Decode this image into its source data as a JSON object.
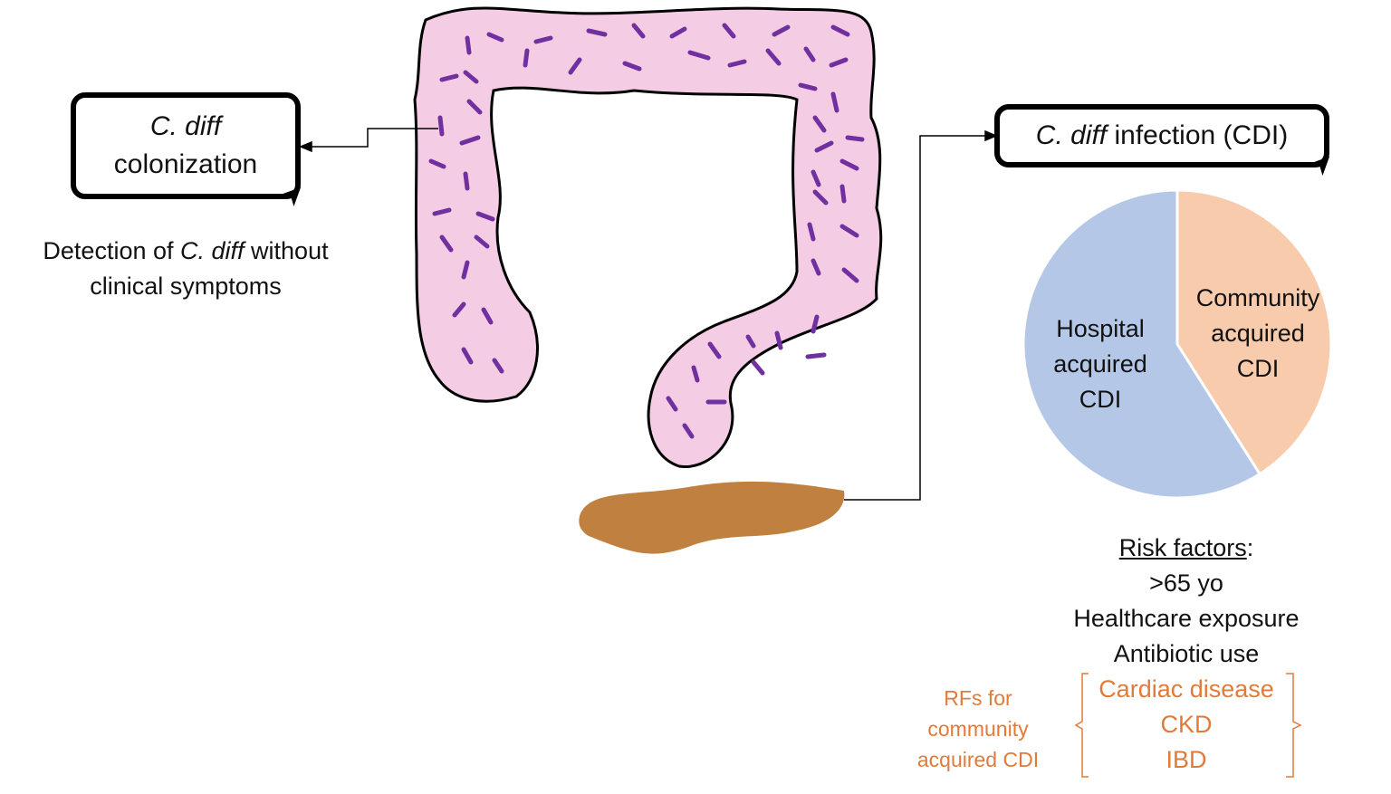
{
  "colonization_box": {
    "italic": "C. diff",
    "line2": "colonization"
  },
  "colonization_note": {
    "before": "Detection of ",
    "italic": "C. diff",
    "after": " without",
    "line2": "clinical symptoms"
  },
  "infection_box": {
    "italic": "C. diff",
    "rest": " infection (CDI)"
  },
  "chart_data": {
    "type": "pie",
    "title": "",
    "slices": [
      {
        "label": "Community acquired CDI",
        "lines": [
          "Community",
          "acquired",
          "CDI"
        ],
        "value": 0.41,
        "color": "#f8cbad"
      },
      {
        "label": "Hospital acquired CDI",
        "lines": [
          "Hospital",
          "acquired",
          "CDI"
        ],
        "value": 0.59,
        "color": "#b4c7e7"
      }
    ],
    "legend": "none"
  },
  "risk_factors": {
    "heading": "Risk factors",
    "colon": ":",
    "general": [
      ">65 yo",
      "Healthcare exposure",
      "Antibiotic use"
    ],
    "community": [
      "Cardiac disease",
      "CKD",
      "IBD"
    ],
    "community_note": [
      "RFs for",
      "community",
      "acquired CDI"
    ]
  },
  "colors": {
    "colon_fill": "#f4cce4",
    "bacteria": "#7030a0",
    "stool": "#c08040",
    "accent": "#e07b39"
  }
}
